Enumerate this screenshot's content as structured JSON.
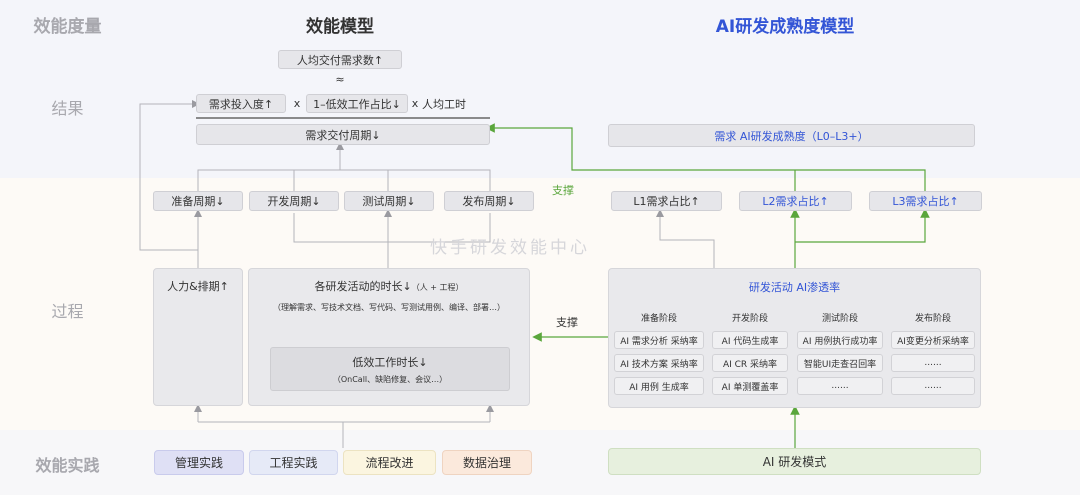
{
  "columns": {
    "left": "效能度量",
    "middle": "效能模型",
    "right": "AI研发成熟度模型"
  },
  "rows": {
    "result": "结果",
    "process": "过程",
    "practice": "效能实践"
  },
  "model": {
    "top_metric": "人均交付需求数↑",
    "approx": "≈",
    "formula": {
      "term1": "需求投入度↑",
      "times1": "x",
      "term2": "1–低效工作占比↓",
      "times2": "x",
      "term3": "人均工时"
    },
    "cycle": "需求交付周期↓",
    "phases": [
      "准备周期↓",
      "开发周期↓",
      "测试周期↓",
      "发布周期↓"
    ],
    "manpower": "人力&排期↑",
    "activity_title": "各研发活动的时长↓",
    "activity_sub": "（人 + 工程）",
    "activity_desc": "（理解需求、写技术文档、写代码、写测试用例、编译、部署…）",
    "lowwork_title": "低效工作时长↓",
    "lowwork_desc": "（OnCall、缺陷修复、会议…）"
  },
  "ai_model": {
    "maturity": "需求 AI研发成熟度（L0–L3+）",
    "levels": [
      "L1需求占比↑",
      "L2需求占比↑",
      "L3需求占比↑"
    ],
    "panel_title_a": "研发活动",
    "panel_title_b": " AI渗透率",
    "stages": [
      "准备阶段",
      "开发阶段",
      "测试阶段",
      "发布阶段"
    ],
    "cells": [
      [
        "AI 需求分析 采纳率",
        "AI 技术方案 采纳率",
        "AI 用例 生成率"
      ],
      [
        "AI 代码生成率",
        "AI CR 采纳率",
        "AI 单测覆盖率"
      ],
      [
        "AI 用例执行成功率",
        "智能UI走查召回率",
        "......"
      ],
      [
        "AI变更分析采纳率",
        "......",
        "......"
      ]
    ],
    "mode": "AI 研发模式"
  },
  "support_labels": [
    "支撑",
    "支撑"
  ],
  "practices": [
    "管理实践",
    "工程实践",
    "流程改进",
    "数据治理"
  ],
  "watermark": "快手研发效能中心",
  "colors": {
    "accent_blue": "#3355d6",
    "support_green": "#5aa63c",
    "result_band": "#f3f4fa",
    "process_band": "#fdfaf6"
  }
}
